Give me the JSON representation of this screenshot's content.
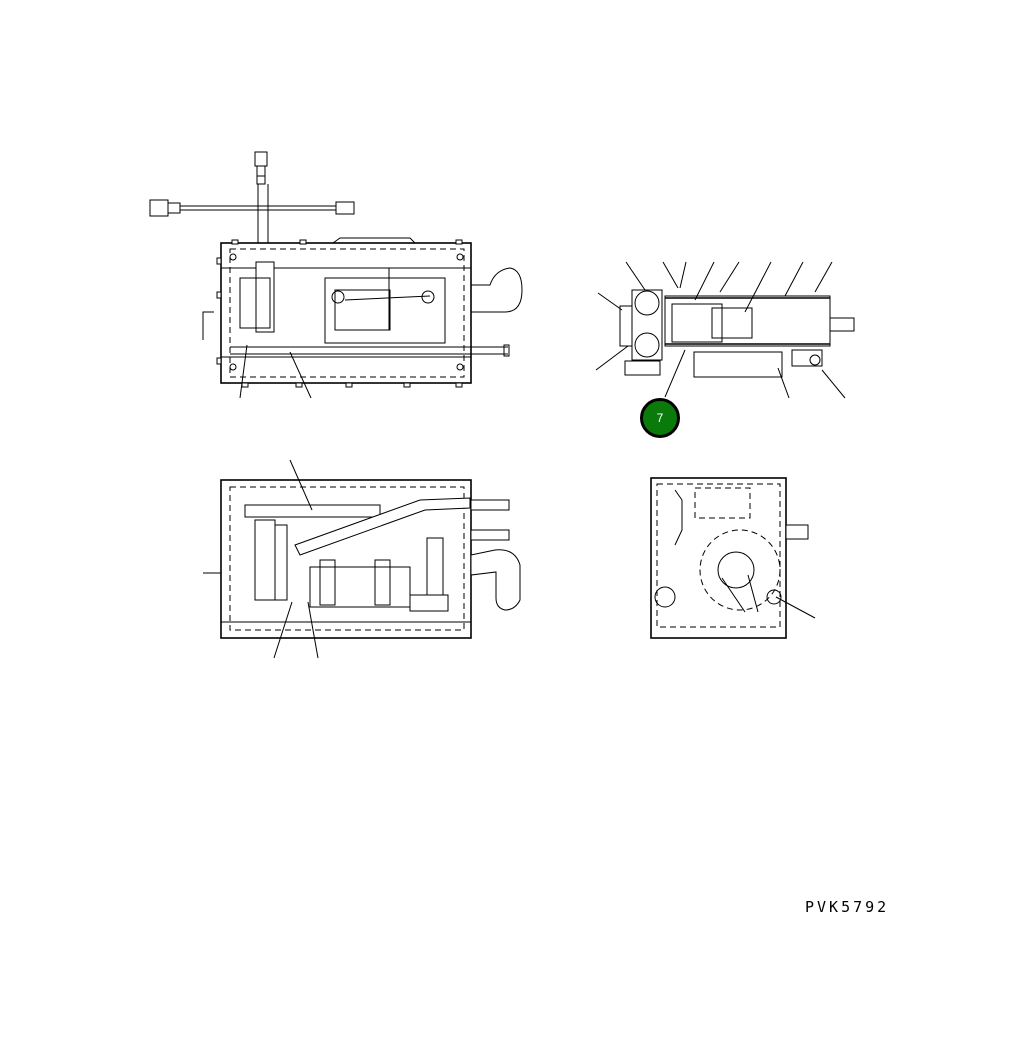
{
  "diagram": {
    "type": "parts-exploded-view",
    "views": [
      {
        "name": "top-view",
        "description": "Heater unit top view with wiring harness"
      },
      {
        "name": "side-view",
        "description": "Side view with numbered leader lines"
      },
      {
        "name": "front-view",
        "description": "Front view with hoses and pump"
      },
      {
        "name": "end-view",
        "description": "End view with fan housing"
      }
    ],
    "callouts": [
      {
        "number": "7",
        "color": "#0a7a0a"
      }
    ],
    "drawing_code": "PVK5792"
  }
}
